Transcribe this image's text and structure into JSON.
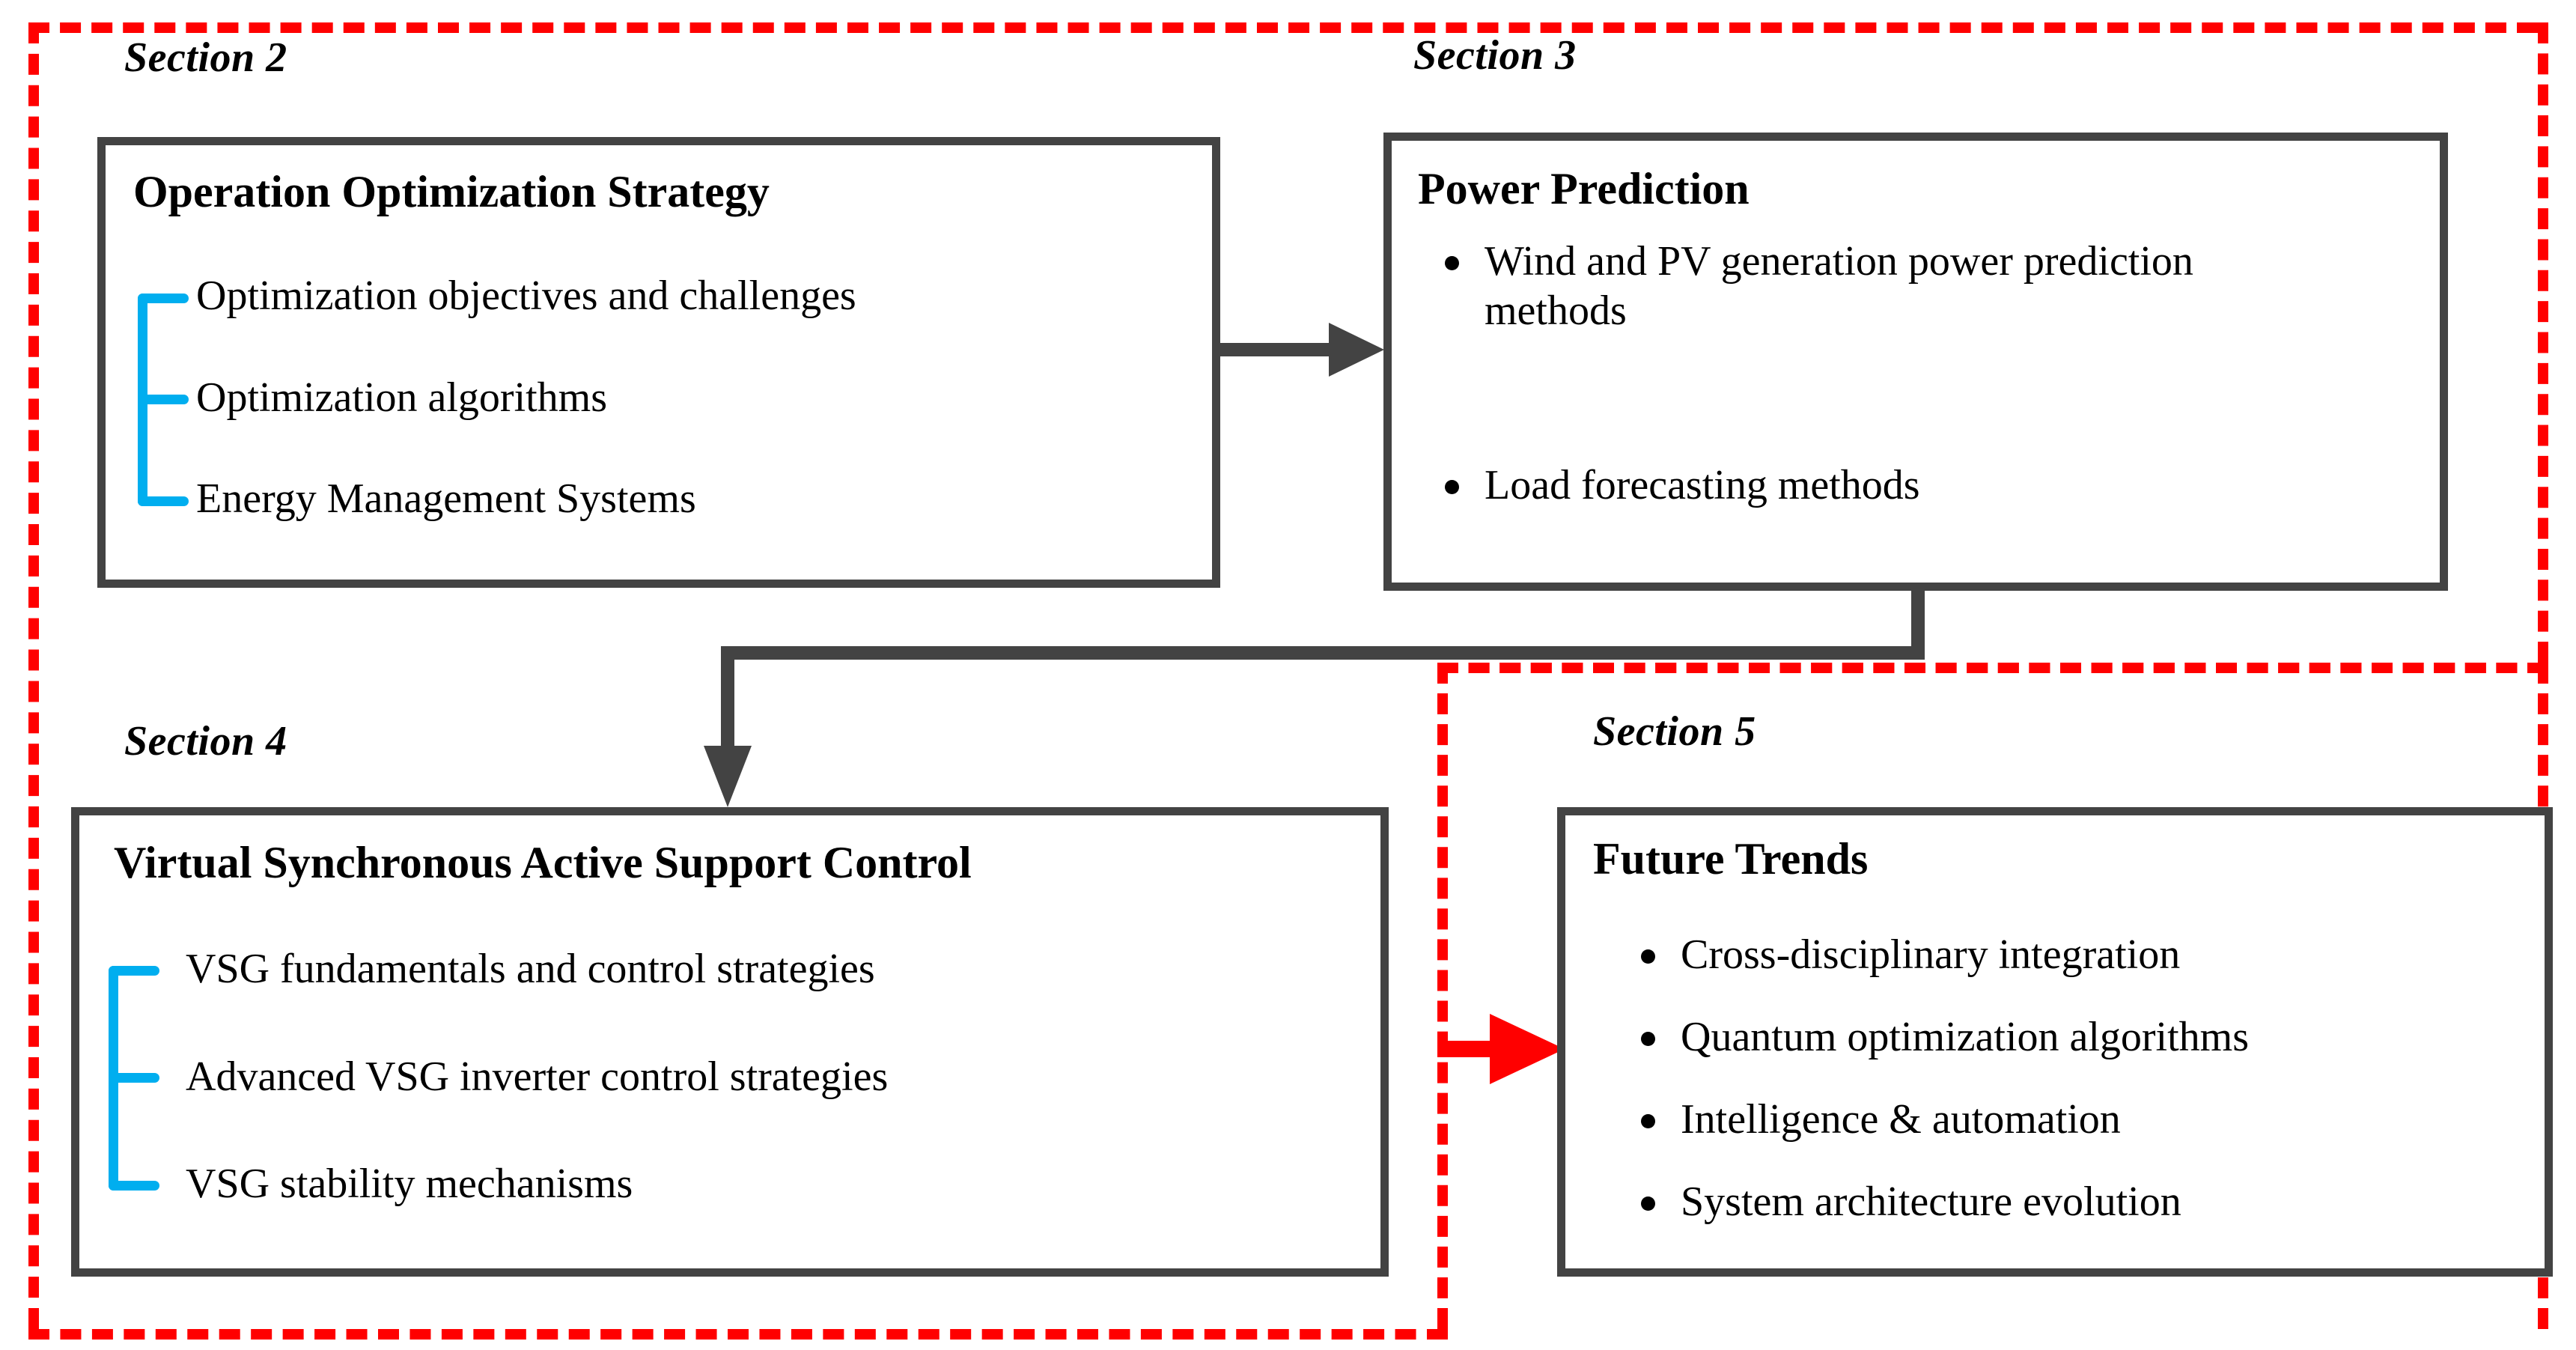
{
  "diagram": {
    "title": "Paper section roadmap flowchart",
    "accent_blue": "#00AEEF",
    "accent_red": "#FF0000",
    "box_border": "#434343"
  },
  "sections": {
    "s2": {
      "label": "Section 2",
      "box_title": "Operation Optimization Strategy",
      "list_style": "blue-bracket",
      "items": [
        "Optimization objectives and challenges",
        "Optimization algorithms",
        "Energy Management Systems"
      ]
    },
    "s3": {
      "label": "Section 3",
      "box_title": "Power Prediction",
      "list_style": "bullet",
      "items": [
        "Wind and PV generation power prediction methods",
        "Load forecasting methods"
      ]
    },
    "s4": {
      "label": "Section 4",
      "box_title": "Virtual Synchronous Active Support Control",
      "list_style": "blue-bracket",
      "items": [
        "VSG fundamentals and control strategies",
        "Advanced VSG inverter control strategies",
        "VSG stability mechanisms"
      ]
    },
    "s5": {
      "label": "Section 5",
      "box_title": "Future Trends",
      "list_style": "bullet",
      "items": [
        "Cross-disciplinary integration",
        "Quantum optimization algorithms",
        "Intelligence & automation",
        "System architecture evolution"
      ]
    }
  },
  "connectors": [
    {
      "name": "section2-to-section3",
      "color": "#434343",
      "direction": "right"
    },
    {
      "name": "section3-to-section4",
      "color": "#434343",
      "direction": "down"
    },
    {
      "name": "section4-to-section5",
      "color": "#FF0000",
      "direction": "right"
    }
  ]
}
